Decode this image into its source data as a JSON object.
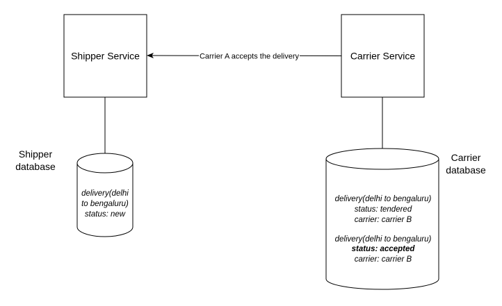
{
  "nodes": {
    "shipper_service": {
      "label": "Shipper Service"
    },
    "carrier_service": {
      "label": "Carrier Service"
    }
  },
  "edge": {
    "label": "Carrier A accepts the delivery"
  },
  "shipper_db": {
    "label_line1": "Shipper",
    "label_line2": "database",
    "lines": [
      "delivery(delhi",
      "to bengaluru)",
      "status: new"
    ]
  },
  "carrier_db": {
    "label_line1": "Carrier",
    "label_line2": "database",
    "record1": [
      "delivery(delhi to bengaluru)",
      "status: tendered",
      "carrier: carrier B"
    ],
    "record2": [
      "delivery(delhi to bengaluru)",
      "status: accepted",
      "carrier: carrier B"
    ]
  },
  "colors": {
    "stroke": "#000000",
    "fill": "#ffffff"
  }
}
